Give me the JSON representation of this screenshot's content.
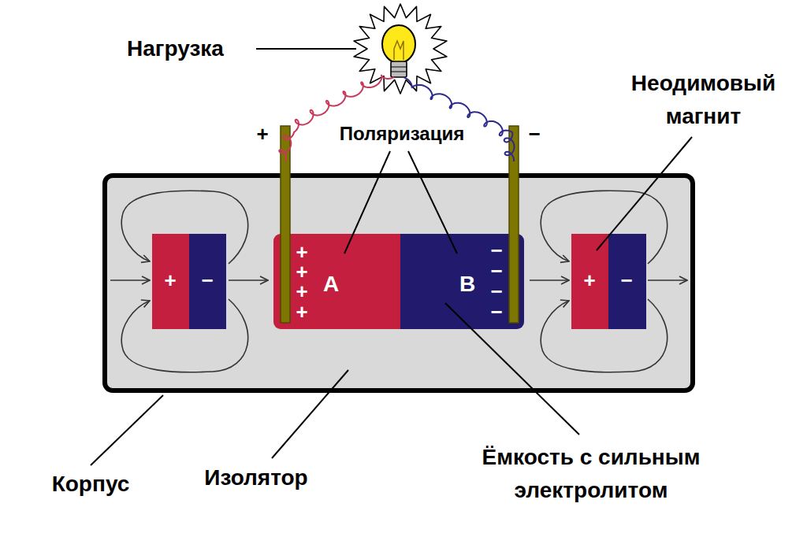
{
  "diagram": {
    "nodes": [
      {
        "text": [
          "+",
          "−"
        ]
      },
      {
        "text": [
          "+",
          "+",
          "+",
          "+",
          "A"
        ]
      },
      {
        "text": [
          "B",
          "−",
          "−",
          "−",
          "−"
        ]
      },
      {
        "text": [
          "+",
          "−"
        ]
      }
    ],
    "labels": [
      "Нагрузка",
      "+",
      "Поляризация",
      "−",
      "Неодимовый магнит",
      "Корпус",
      "Изолятор",
      "Ёмкость с сильным электролитом"
    ]
  }
}
